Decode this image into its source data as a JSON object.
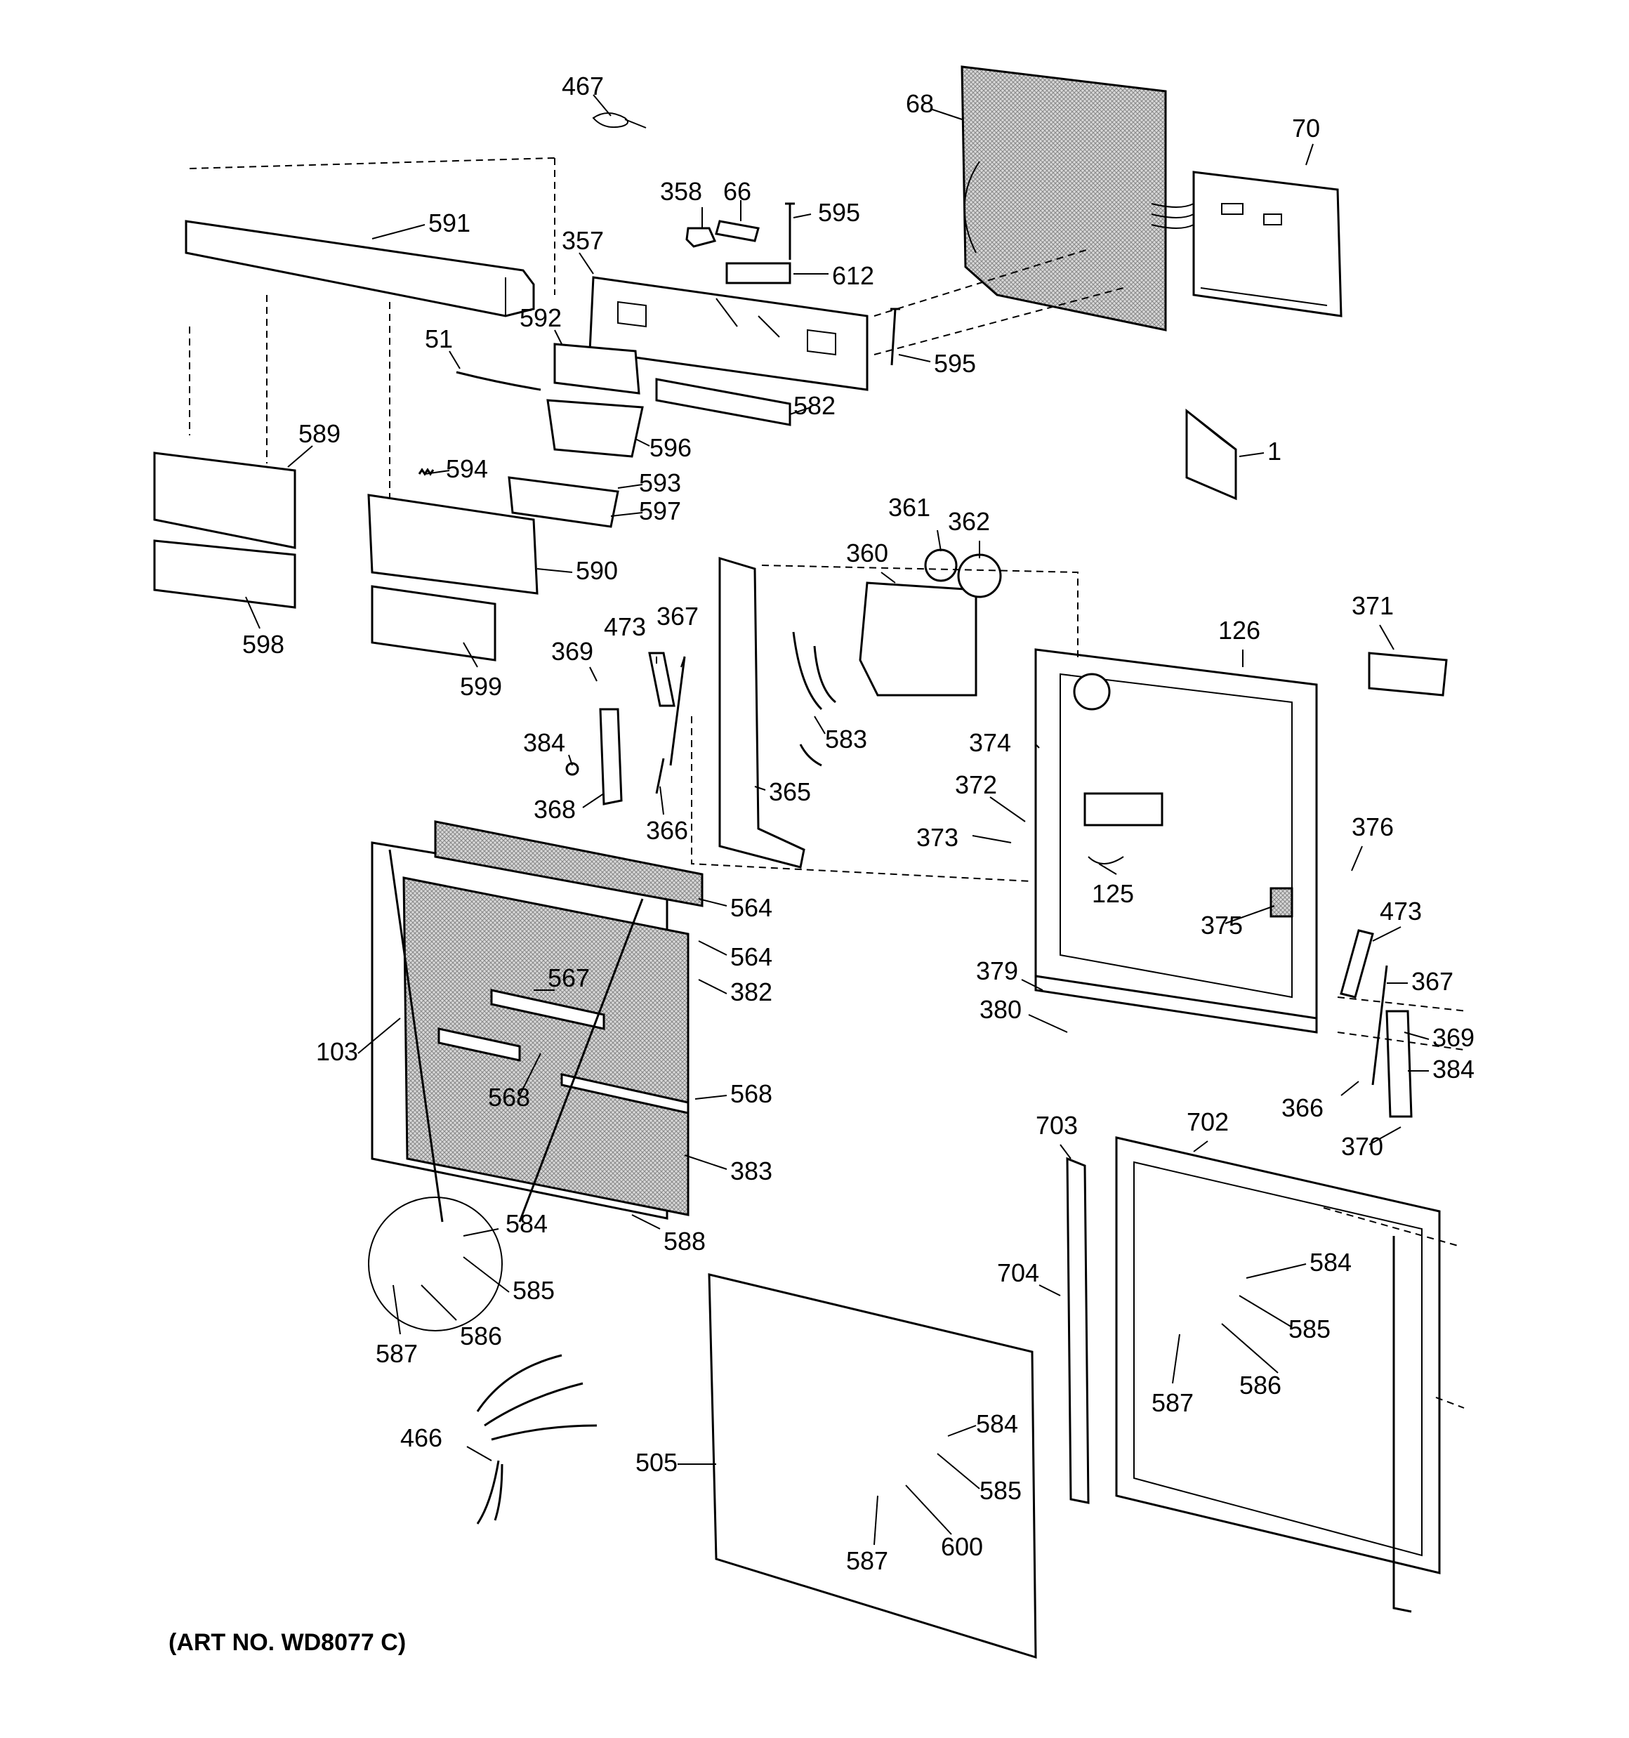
{
  "art_number": "(ART NO. WD8077 C)",
  "callouts": [
    "467",
    "68",
    "70",
    "358",
    "66",
    "595",
    "591",
    "357",
    "612",
    "592",
    "51",
    "595",
    "582",
    "1",
    "589",
    "596",
    "594",
    "593",
    "597",
    "590",
    "598",
    "599",
    "361",
    "362",
    "360",
    "371",
    "126",
    "473",
    "367",
    "369",
    "583",
    "374",
    "384",
    "372",
    "368",
    "366",
    "365",
    "373",
    "376",
    "125",
    "564",
    "375",
    "473",
    "564",
    "382",
    "379",
    "367",
    "567",
    "380",
    "369",
    "103",
    "568",
    "568",
    "384",
    "366",
    "370",
    "703",
    "702",
    "383",
    "584",
    "588",
    "585",
    "584",
    "704",
    "586",
    "587",
    "585",
    "586",
    "584",
    "587",
    "466",
    "505",
    "585",
    "600",
    "587"
  ]
}
